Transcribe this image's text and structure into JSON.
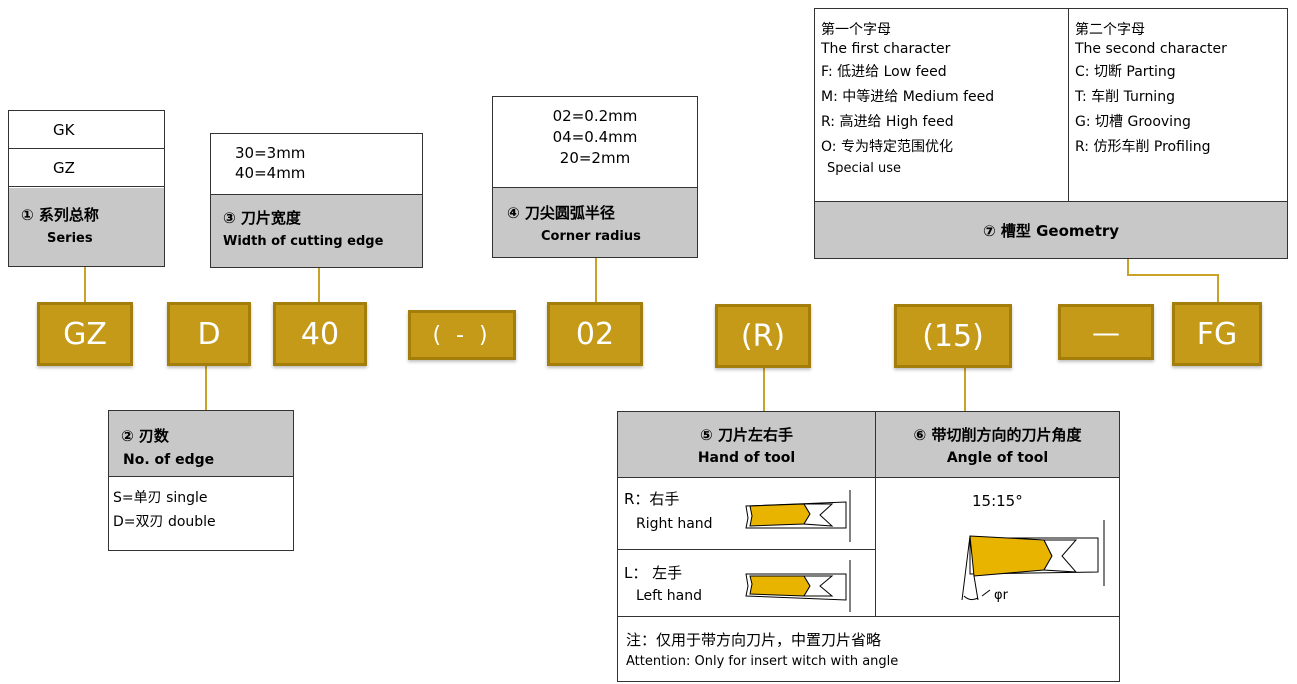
{
  "codes": {
    "gz": "GZ",
    "d": "D",
    "w40": "40",
    "dash_paren": "( - )",
    "r02": "02",
    "hand": "(R)",
    "angle": "(15)",
    "dash": "—",
    "fg": "FG"
  },
  "series_box": {
    "opt1": "GK",
    "opt2": "GZ",
    "title_cn": "① 系列总称",
    "title_en": "Series"
  },
  "edge_box": {
    "title_cn": "② 刃数",
    "title_en": "No. of edge",
    "line1": "S=单刃 single",
    "line2": "D=双刃 double"
  },
  "width_box": {
    "line1": "30=3mm",
    "line2": "40=4mm",
    "title_cn": "③ 刀片宽度",
    "title_en": "Width of cutting edge"
  },
  "radius_box": {
    "line1": "02=0.2mm",
    "line2": "04=0.4mm",
    "line3": "20=2mm",
    "title_cn": "④ 刀尖圆弧半径",
    "title_en": "Corner radius"
  },
  "geometry_box": {
    "left_title_cn": "第一个字母",
    "left_title_en": "The first character",
    "f": "F: 低进给   Low feed",
    "m": "M: 中等进给 Medium feed",
    "r": "R: 高进给   High feed",
    "o": "O: 专为特定范围优化",
    "o_en": "Special use",
    "right_title_cn": "第二个字母",
    "right_title_en": "The second character",
    "c": "C: 切断    Parting",
    "t": "T: 车削    Turning",
    "g": "G: 切槽     Grooving",
    "rp": "R: 仿形车削  Profiling",
    "title": "⑦ 槽型  Geometry"
  },
  "hand_table": {
    "hand_title_cn": "⑤ 刀片左右手",
    "hand_title_en": "Hand of tool",
    "angle_title_cn": "⑥ 带切削方向的刀片角度",
    "angle_title_en": "Angle of tool",
    "r_label": "R：右手",
    "r_en": "Right hand",
    "l_label": "L：  左手",
    "l_en": "Left hand",
    "angle_value": "15:15°",
    "phi": "φr",
    "note_cn": "注：仅用于带方向刀片，中置刀片省略",
    "note_en": "Attention: Only for insert witch with angle"
  },
  "colors": {
    "gold": "#c49a18",
    "gold_border": "#a47e0b",
    "connector": "#c9a227",
    "header_grey": "#c8c8c8",
    "insert_yellow": "#e8b400"
  }
}
